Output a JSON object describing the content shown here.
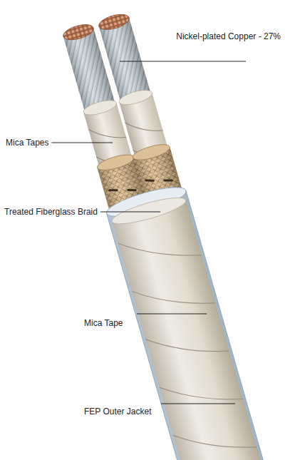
{
  "diagram": {
    "labels": [
      "Nickel-plated Copper - 27%",
      "Mica Tapes",
      "Treated Fiberglass Braid",
      "Mica Tape",
      "FEP Outer Jacket"
    ]
  }
}
